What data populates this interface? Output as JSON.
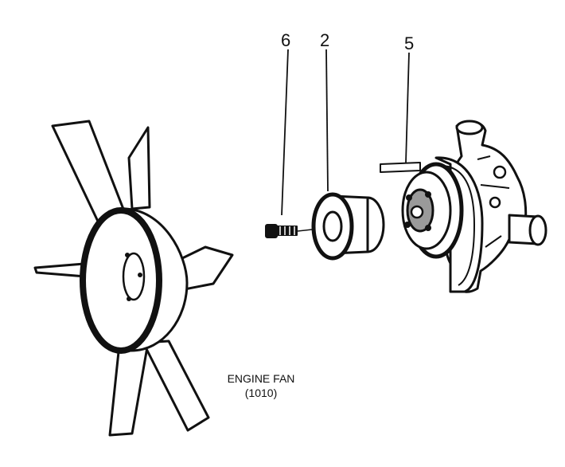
{
  "callouts": {
    "bolt": "6",
    "spacer": "2",
    "pump": "5"
  },
  "fan_caption": {
    "name": "ENGINE FAN",
    "code": "(1010)"
  },
  "colors": {
    "ink": "#111111",
    "paper": "#ffffff",
    "shade": "#9a9a9a"
  }
}
